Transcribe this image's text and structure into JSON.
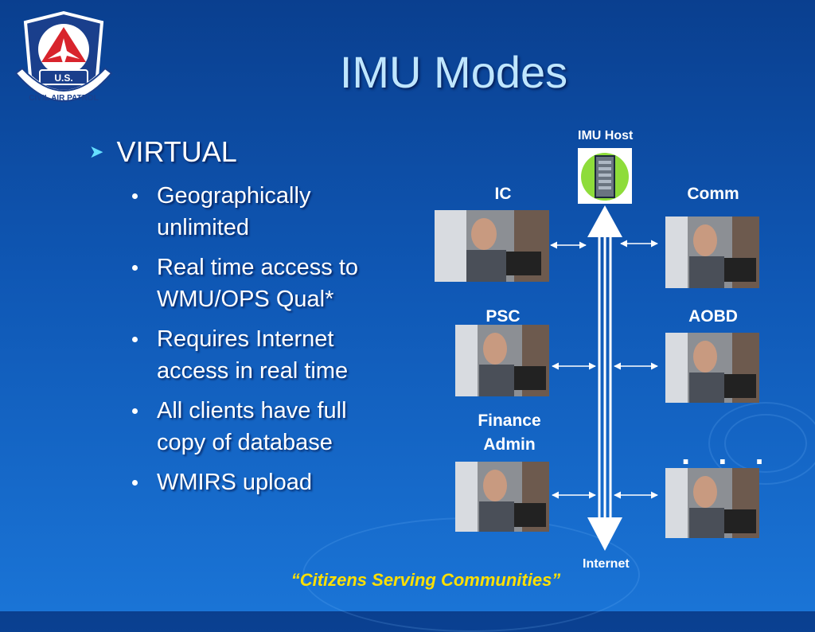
{
  "slide": {
    "title": "IMU Modes",
    "logo_text": "U.S. CIVIL AIR PATROL",
    "level1": "VIRTUAL",
    "bullets": [
      "Geographically unlimited",
      "Real time access to WMU/OPS Qual*",
      "Requires Internet access in real time",
      "All clients have full copy of database",
      "WMIRS upload"
    ],
    "footer": "“Citizens Serving Communities”"
  },
  "diagram": {
    "host_label": "IMU Host",
    "internet_label": "Internet",
    "ic": "IC",
    "comm": "Comm",
    "psc": "PSC",
    "aobd": "AOBD",
    "finance": "Finance Admin",
    "more": ". . ."
  },
  "colors": {
    "title": "#bfe6ff",
    "footer": "#ffe000",
    "bullet_arrow": "#66e0ff"
  }
}
